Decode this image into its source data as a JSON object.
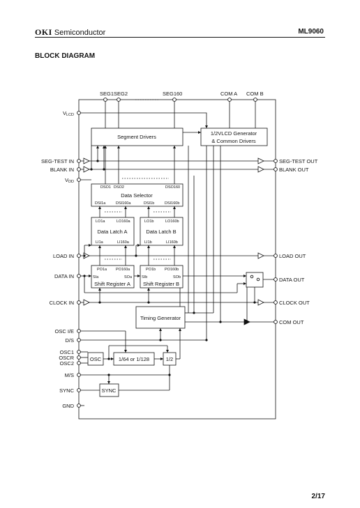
{
  "header": {
    "brand": "OKI",
    "brand_suffix": "Semiconductor",
    "part_number": "ML9060"
  },
  "section_title": "BLOCK DIAGRAM",
  "footer": {
    "page": "2/17"
  },
  "diagram": {
    "top_pins": {
      "seg1": "SEG1",
      "seg2": "SEG2",
      "seg160": "SEG160",
      "com_a": "COM A",
      "com_b": "COM B"
    },
    "left_pins": {
      "vlcd_main": "V",
      "vlcd_sub": "LCD",
      "seg_test_in": "SEG-TEST IN",
      "blank_in": "BLANK IN",
      "vdd_main": "V",
      "vdd_sub": "DD",
      "load_in": "LOAD IN",
      "data_in": "DATA IN",
      "clock_in": "CLOCK IN",
      "osc_ie": "OSC I/E",
      "ds": "D/S",
      "osc1": "OSC1",
      "oscr": "OSCR",
      "osc2": "OSC2",
      "ms": "M/S",
      "sync": "SYNC",
      "gnd": "GND"
    },
    "right_pins": {
      "seg_test_out": "SEG-TEST OUT",
      "blank_out": "BLANK OUT",
      "load_out": "LOAD OUT",
      "data_out": "DATA OUT",
      "clock_out": "CLOCK OUT",
      "com_out": "COM OUT"
    },
    "blocks": {
      "segment_drivers": "Segment Drivers",
      "lcd_gen_line1": "1/2VLCD Generator",
      "lcd_gen_line2": "& Common Drivers",
      "data_selector": "Data Selector",
      "ds_dso1": "DSO1",
      "ds_dso2": "DSO2",
      "ds_dso160": "DSO160",
      "ds_dsi1a": "DSI1a",
      "ds_dsi160a": "DSI160a",
      "ds_dsi1b": "DSI1b",
      "ds_dsi160b": "DSI160b",
      "latch_a": "Data Latch A",
      "latch_a_lo1": "LO1a",
      "latch_a_lo160": "LO160a",
      "latch_a_li1": "LI1a",
      "latch_a_li160": "LI160a",
      "latch_b": "Data Latch B",
      "latch_b_lo1": "LO1b",
      "latch_b_lo160": "LO160b",
      "latch_b_li1": "LI1b",
      "latch_b_li160": "LI160b",
      "shift_a": "Shift Register A",
      "shift_a_po1": "PO1a",
      "shift_a_po160": "PO160a",
      "shift_a_si": "SIa",
      "shift_a_so": "SOa",
      "shift_b": "Shift Register B",
      "shift_b_po1": "PO1b",
      "shift_b_po160": "PO160b",
      "shift_b_si": "SIb",
      "shift_b_so": "SOb",
      "timing_generator": "Timing Generator",
      "osc": "OSC",
      "divider": "1/64 or 1/128",
      "half": "1/2",
      "sync": "SYNC"
    }
  }
}
